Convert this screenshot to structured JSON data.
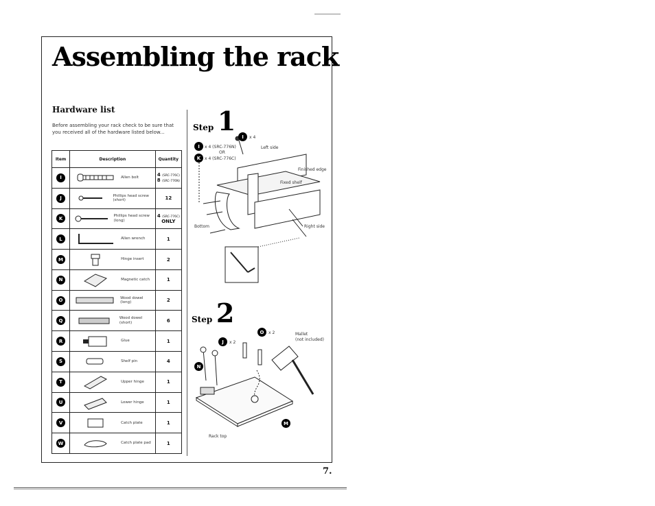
{
  "title": "Assembling the rack",
  "hardware": {
    "heading": "Hardware list",
    "intro": "Before assembling your rack check to be sure that you received all of the hardware listed below...",
    "columns": [
      "Item",
      "Description",
      "Quantity"
    ],
    "rows": [
      {
        "item": "I",
        "desc": "Allen bolt",
        "qty": "4",
        "qty_note": "(SRC-776C)",
        "qty2": "8",
        "qty2_note": "(SRC-776N)",
        "icon": "allen-bolt"
      },
      {
        "item": "J",
        "desc": "Phillips head screw (short)",
        "qty": "12",
        "icon": "short-screw"
      },
      {
        "item": "K",
        "desc": "Phillips head screw (long)",
        "qty": "4",
        "qty_note": "(SRC-776C)",
        "qty2": "ONLY",
        "icon": "long-screw"
      },
      {
        "item": "L",
        "desc": "Allen wrench",
        "qty": "1",
        "icon": "allen-wrench"
      },
      {
        "item": "M",
        "desc": "Hinge insert",
        "qty": "2",
        "icon": "hinge-insert"
      },
      {
        "item": "N",
        "desc": "Magnetic catch",
        "qty": "1",
        "icon": "magnetic-catch"
      },
      {
        "item": "O",
        "desc": "Wood dowel (long)",
        "qty": "2",
        "icon": "long-dowel"
      },
      {
        "item": "Q",
        "desc": "Wood dowel (short)",
        "qty": "6",
        "icon": "short-dowel"
      },
      {
        "item": "R",
        "desc": "Glue",
        "qty": "1",
        "icon": "glue"
      },
      {
        "item": "S",
        "desc": "Shelf pin",
        "qty": "4",
        "icon": "shelf-pin"
      },
      {
        "item": "T",
        "desc": "Upper hinge",
        "qty": "1",
        "icon": "upper-hinge"
      },
      {
        "item": "U",
        "desc": "Lower hinge",
        "qty": "1",
        "icon": "lower-hinge"
      },
      {
        "item": "V",
        "desc": "Catch plate",
        "qty": "1",
        "icon": "catch-plate"
      },
      {
        "item": "W",
        "desc": "Catch plate pad",
        "qty": "1",
        "icon": "catch-plate-pad"
      }
    ]
  },
  "step1": {
    "word": "Step",
    "number": "1",
    "badge_i": "I",
    "badge_i2": "I",
    "badge_k": "K",
    "x4": "x 4",
    "line1": "x 4 (SRC-776N)",
    "or": "OR",
    "line2": "x 4 (SRC-776C)",
    "left_side": "Left side",
    "finished_edge": "Finished edge",
    "fixed_shelf": "Fixed shelf",
    "bottom": "Bottom",
    "right_side": "Right side"
  },
  "step2": {
    "word": "Step",
    "number": "2",
    "badge_o": "O",
    "x2a": "x 2",
    "badge_j": "J",
    "x2b": "x 2",
    "badge_n": "N",
    "badge_m": "M",
    "mallet": "Mallet",
    "mallet_note": "(not included)",
    "rack_top": "Rack top"
  },
  "page_number": "7."
}
